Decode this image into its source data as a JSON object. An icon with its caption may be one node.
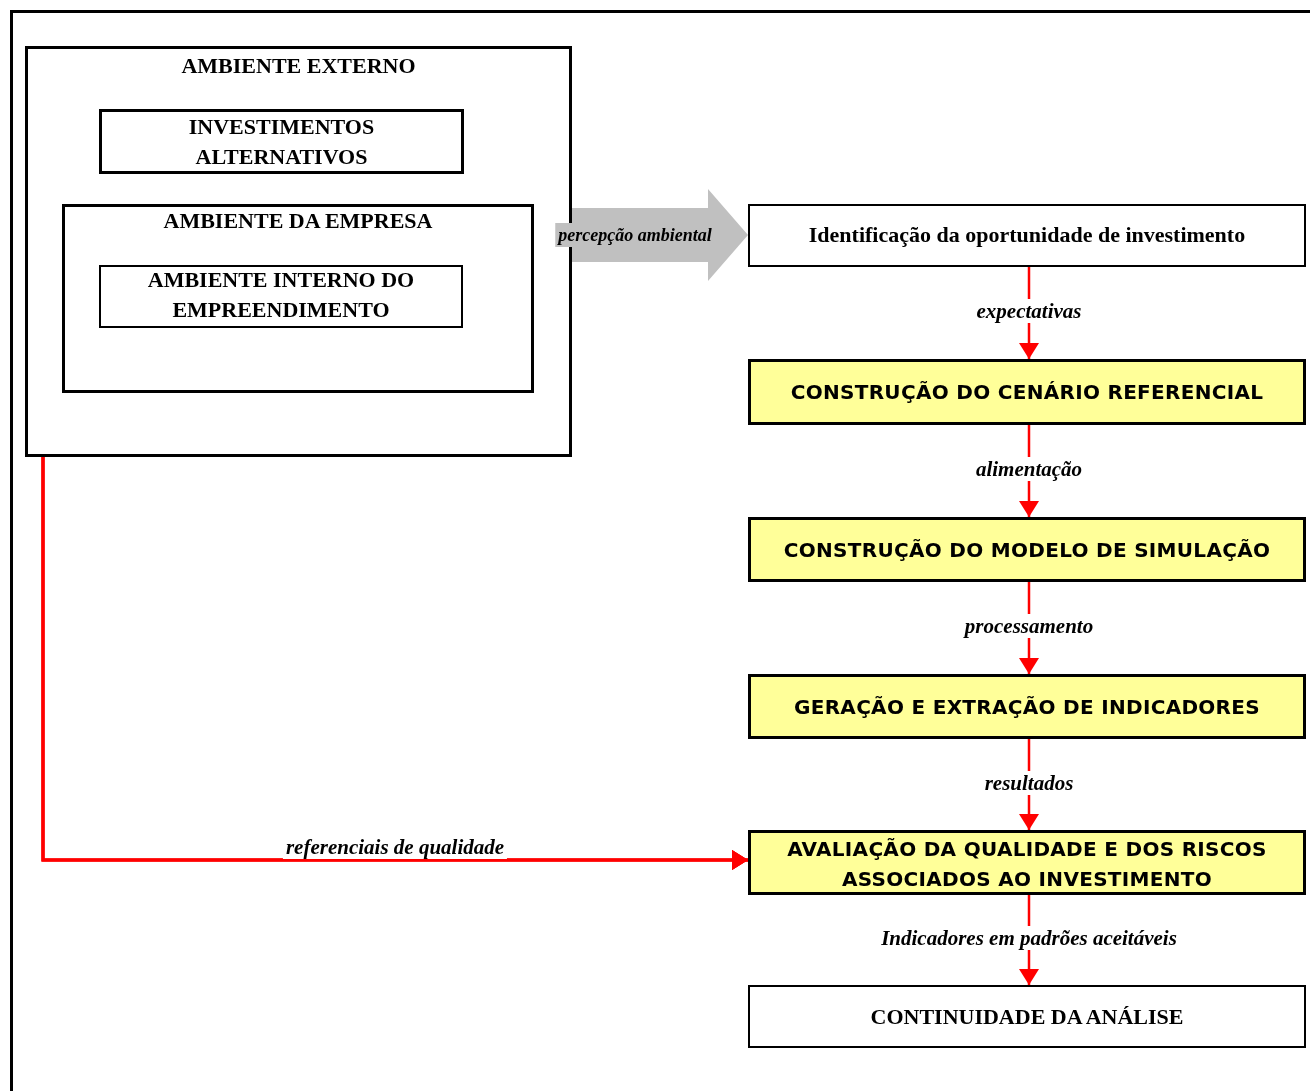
{
  "diagram": {
    "nodes": [
      {
        "text": [
          "AMBIENTE EXTERNO"
        ]
      },
      {
        "text": [
          "INVESTIMENTOS ALTERNATIVOS"
        ],
        "in": 0
      },
      {
        "text": [
          "AMBIENTE DA EMPRESA"
        ],
        "in": 0
      },
      {
        "text": [
          "AMBIENTE INTERNO DO EMPREENDIMENTO"
        ],
        "in": 2
      },
      {
        "text": [
          "Identificação da oportunidade de investimento"
        ]
      },
      {
        "text": [
          "CONSTRUÇÃO DO CENÁRIO REFERENCIAL"
        ]
      },
      {
        "text": [
          "CONSTRUÇÃO DO MODELO DE SIMULAÇÃO"
        ]
      },
      {
        "text": [
          "GERAÇÃO E EXTRAÇÃO DE INDICADORES"
        ]
      },
      {
        "text": [
          "AVALIAÇÃO DA QUALIDADE E DOS RISCOS ASSOCIADOS AO INVESTIMENTO"
        ]
      },
      {
        "text": [
          "CONTINUIDADE DA ANÁLISE"
        ]
      }
    ],
    "edges": [
      {
        "from": 2,
        "to": 4,
        "arrow": "to",
        "label": "percepção ambiental",
        "style": "thick",
        "color": "#c0c0c0"
      },
      {
        "from": 4,
        "to": 5,
        "arrow": "to",
        "label": "expectativas"
      },
      {
        "from": 5,
        "to": 6,
        "arrow": "to",
        "label": "alimentação"
      },
      {
        "from": 6,
        "to": 7,
        "arrow": "to",
        "label": "processamento"
      },
      {
        "from": 7,
        "to": 8,
        "arrow": "to",
        "label": "resultados"
      },
      {
        "from": 8,
        "to": 9,
        "arrow": "to",
        "label": "Indicadores em padrões aceitáveis"
      },
      {
        "from": 1,
        "to": 8,
        "arrow": "to",
        "label": "referenciais de qualidade"
      },
      {
        "from": 2,
        "to": 8,
        "arrow": "to"
      },
      {
        "from": 3,
        "to": 8,
        "arrow": "to"
      }
    ]
  }
}
